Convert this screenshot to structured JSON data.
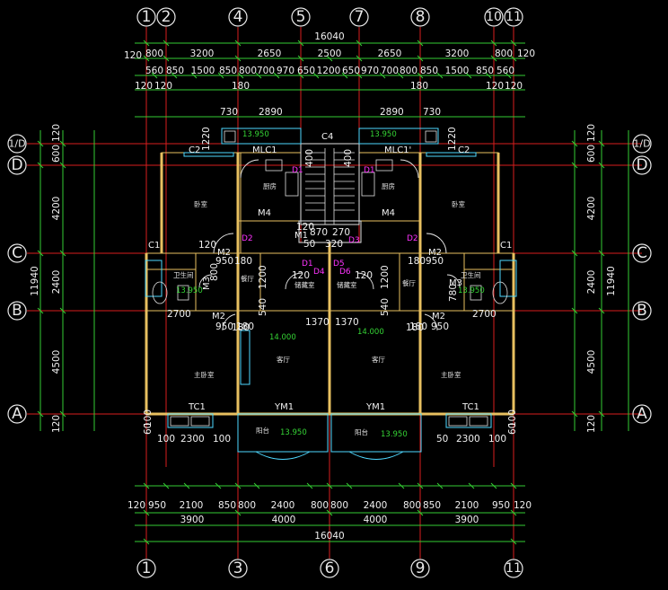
{
  "axes": {
    "top": [
      "1",
      "2",
      "4",
      "5",
      "7",
      "8",
      "10",
      "11"
    ],
    "bottom": [
      "1",
      "3",
      "6",
      "9",
      "11"
    ],
    "left": [
      "1/D",
      "D",
      "C",
      "B",
      "A"
    ],
    "right": [
      "1/D",
      "D",
      "C",
      "B",
      "A"
    ]
  },
  "top_dims": {
    "total": "16040",
    "row1": [
      "120",
      "800",
      "3200",
      "2650",
      "2500",
      "2650",
      "3200",
      "800",
      "120"
    ],
    "row2": [
      "560",
      "850",
      "1500",
      "850",
      "800",
      "700",
      "970",
      "650",
      "1200",
      "650",
      "970",
      "700",
      "800",
      "850",
      "1500",
      "850",
      "560"
    ],
    "row3": [
      "120",
      "120",
      "180",
      "180",
      "120",
      "120"
    ]
  },
  "bottom_dims": {
    "row1": [
      "120",
      "950",
      "2100",
      "850",
      "800",
      "2400",
      "800",
      "800",
      "2400",
      "800",
      "850",
      "2100",
      "950",
      "120"
    ],
    "row2": [
      "3900",
      "4000",
      "4000",
      "3900"
    ],
    "total": "16040"
  },
  "left_dims": {
    "outer": "11940",
    "inner": [
      "120",
      "600",
      "4200",
      "2400",
      "4500",
      "120"
    ]
  },
  "right_dims": {
    "outer": "11940",
    "inner": [
      "120",
      "600",
      "4200",
      "2400",
      "4500",
      "120"
    ]
  },
  "labels": {
    "white": [
      "C2",
      "MLC1",
      "C4",
      "MLC1'",
      "C2",
      "M4",
      "M4",
      "C1",
      "C1",
      "M2",
      "M2",
      "M1",
      "M2",
      "M2",
      "M3",
      "M3",
      "TC1",
      "YM1",
      "YM1",
      "TC1"
    ],
    "magenta": [
      "D2",
      "D2",
      "D1",
      "D4",
      "D5",
      "D6",
      "D3",
      "D1",
      "D1"
    ],
    "green": [
      "13.950",
      "13.950",
      "14.000",
      "14.000",
      "13.950",
      "13.950",
      "13.950",
      "13.950"
    ],
    "dims_inner": [
      "730",
      "2890",
      "2890",
      "730",
      "120",
      "870",
      "270",
      "50",
      "320",
      "120",
      "950",
      "180",
      "180",
      "950",
      "800",
      "780",
      "1200",
      "1200",
      "540",
      "540",
      "1370",
      "1370",
      "120",
      "120",
      "950",
      "180",
      "180",
      "950",
      "2700",
      "2700",
      "100",
      "2300",
      "100",
      "50",
      "2300",
      "100",
      "100",
      "60",
      "60",
      "100",
      "400",
      "400",
      "1220",
      "1220",
      "180",
      "180"
    ]
  },
  "room_names": [
    "厨房",
    "厨房",
    "卧室",
    "卧室",
    "卫生间",
    "卫生间",
    "餐厅",
    "餐厅",
    "储藏室",
    "储藏室",
    "客厅",
    "客厅",
    "主卧室",
    "主卧室",
    "阳台",
    "阳台"
  ],
  "colors": {
    "background": "#000000",
    "grid": "#d81e1e",
    "dimension": "#33cc33",
    "wall": "#e8c060",
    "annotation": "#ff33ff",
    "window": "#4ed8ff"
  }
}
